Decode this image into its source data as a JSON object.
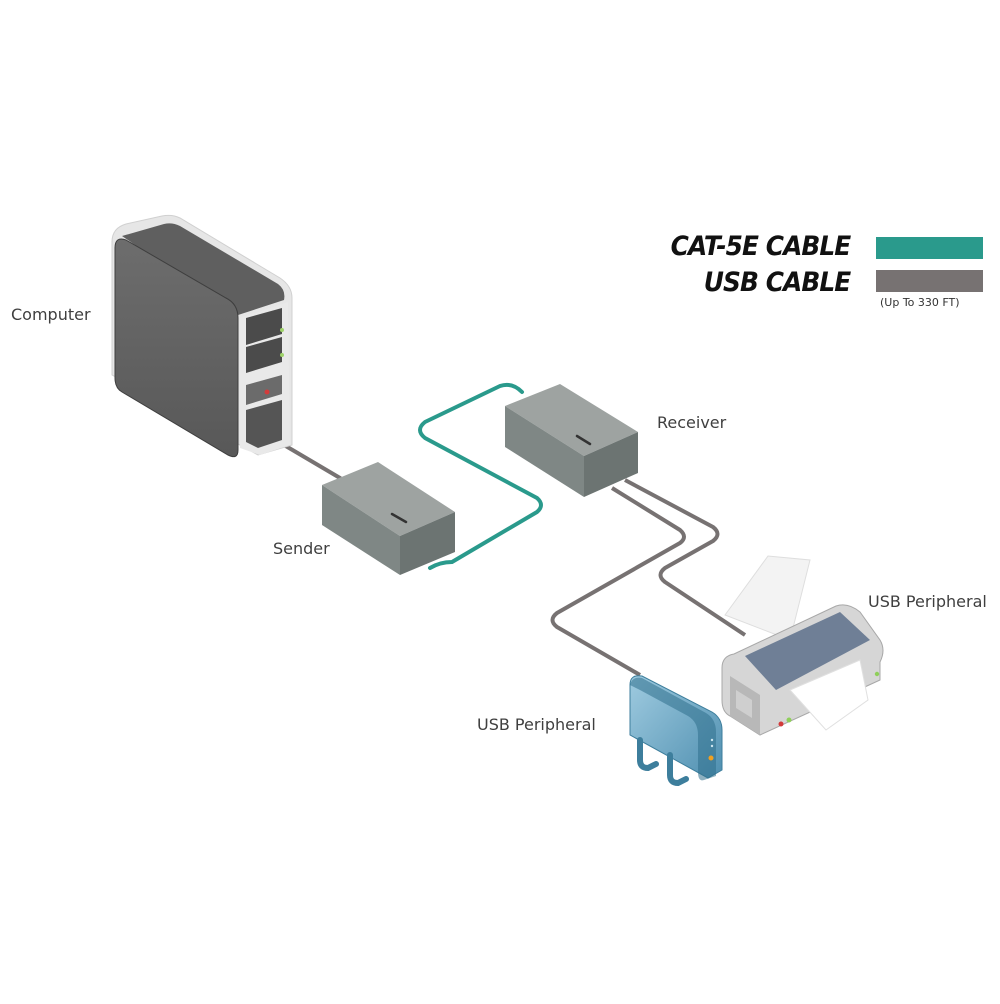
{
  "diagram": {
    "title": "USB over CAT-5E extender connection diagram",
    "legend": {
      "items": [
        {
          "label": "CAT-5E CABLE",
          "color": "#2a9a8c"
        },
        {
          "label": "USB CABLE",
          "color": "#777272"
        }
      ],
      "note": "(Up To 330 FT)"
    },
    "nodes": {
      "computer": {
        "label": "Computer"
      },
      "sender": {
        "label": "Sender"
      },
      "receiver": {
        "label": "Receiver"
      },
      "printer": {
        "label": "USB Peripheral"
      },
      "hard_drive": {
        "label": "USB Peripheral"
      }
    },
    "edges": [
      {
        "from": "computer",
        "to": "sender",
        "type": "USB CABLE"
      },
      {
        "from": "sender",
        "to": "receiver",
        "type": "CAT-5E CABLE"
      },
      {
        "from": "receiver",
        "to": "printer",
        "type": "USB CABLE"
      },
      {
        "from": "receiver",
        "to": "hard_drive",
        "type": "USB CABLE"
      }
    ],
    "colors": {
      "cat5e": "#2a9a8c",
      "usb": "#777272",
      "box_top": "#9ea3a1",
      "box_front": "#7f8785",
      "box_side": "#6c7472"
    }
  }
}
